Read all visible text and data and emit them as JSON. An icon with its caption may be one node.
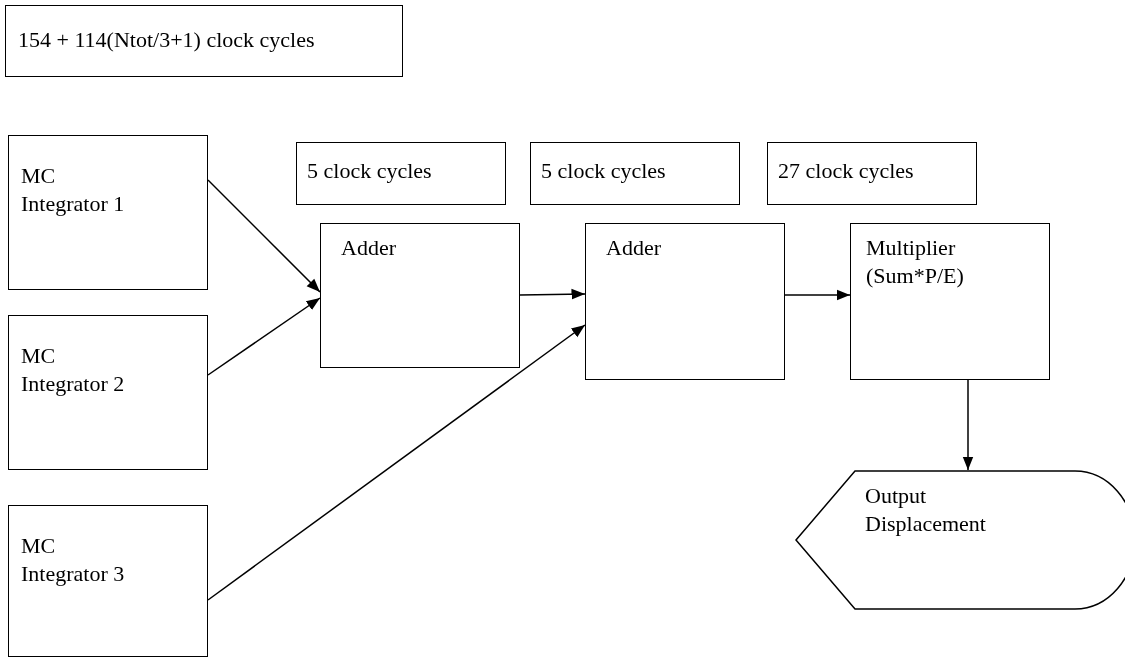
{
  "diagram": {
    "nodes": [
      {
        "text": [
          "154 + 114(Ntot/3+1) clock cycles"
        ]
      },
      {
        "text": [
          "MC Integrator 1"
        ]
      },
      {
        "text": [
          "MC Integrator 2"
        ]
      },
      {
        "text": [
          "MC Integrator 3"
        ]
      },
      {
        "text": [
          "5 clock cycles"
        ]
      },
      {
        "text": [
          "5 clock cycles"
        ]
      },
      {
        "text": [
          "27 clock cycles"
        ]
      },
      {
        "text": [
          "Adder"
        ]
      },
      {
        "text": [
          "Adder"
        ]
      },
      {
        "text": [
          "Multiplier (Sum*P/E)"
        ]
      },
      {
        "text": [
          "Output Displacement"
        ]
      }
    ],
    "edges": [
      {
        "from": 1,
        "to": 7,
        "arrow": "to"
      },
      {
        "from": 2,
        "to": 7,
        "arrow": "to"
      },
      {
        "from": 7,
        "to": 8,
        "arrow": "to"
      },
      {
        "from": 3,
        "to": 8,
        "arrow": "to"
      },
      {
        "from": 8,
        "to": 9,
        "arrow": "to"
      },
      {
        "from": 9,
        "to": 10,
        "arrow": "to"
      }
    ]
  }
}
